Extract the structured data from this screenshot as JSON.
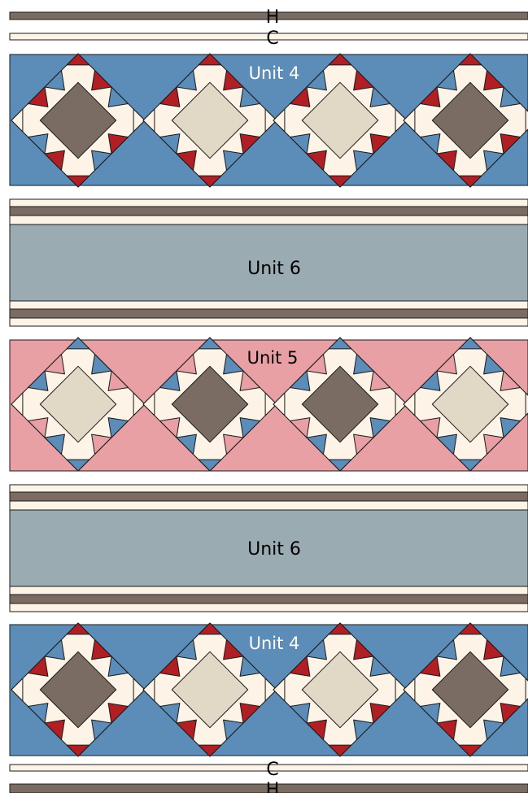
{
  "colors": {
    "blue": "#5b8db8",
    "pink": "#e8a0a5",
    "gray": "#9aabb1",
    "taupe": "#7a6c62",
    "cream": "#fdf3e6",
    "beige": "#e1d8c6",
    "red": "#b01f24",
    "outline": "#1a1a1a"
  },
  "labels": {
    "h_top": "H",
    "c_top": "C",
    "unit4_top": "Unit 4",
    "unit6_a": "Unit 6",
    "unit5": "Unit 5",
    "unit6_b": "Unit 6",
    "unit4_bottom": "Unit 4",
    "c_bottom": "C",
    "h_bottom": "H"
  },
  "units": {
    "unit4": {
      "background": "blue",
      "points": "red",
      "fills": [
        "taupe",
        "beige",
        "beige",
        "taupe"
      ]
    },
    "unit5": {
      "background": "pink",
      "points": "blue",
      "fills": [
        "beige",
        "taupe",
        "taupe",
        "beige"
      ]
    }
  }
}
